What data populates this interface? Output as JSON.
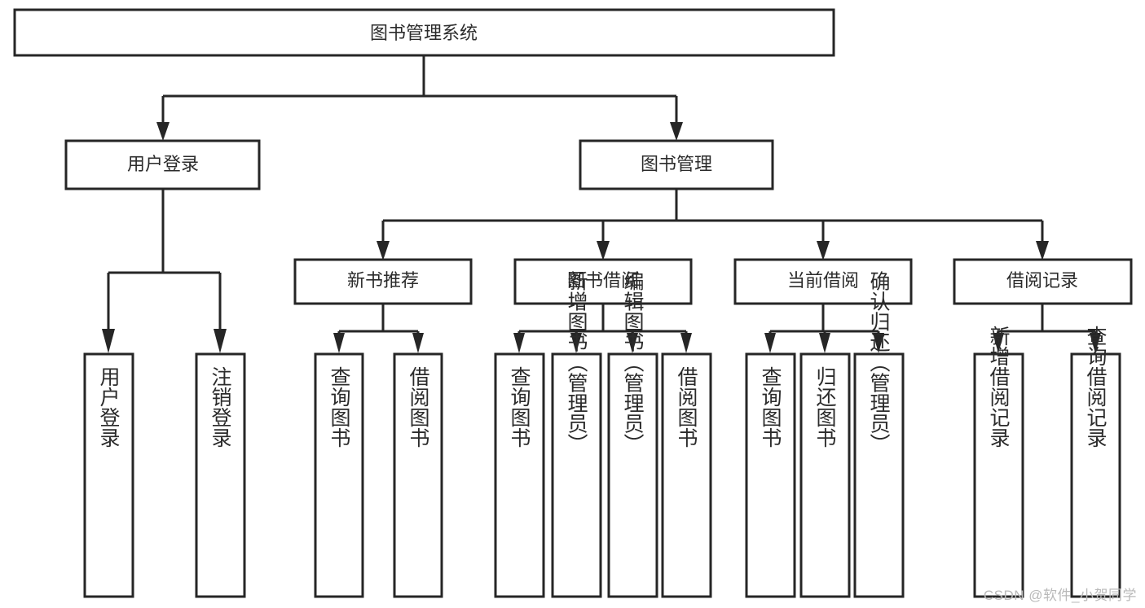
{
  "diagram": {
    "type": "tree-hierarchy-chart",
    "title": "图书管理系统",
    "background_color": "#ffffff",
    "stroke_color": "#262626",
    "text_color": "#2b2b2b",
    "root": {
      "label": "图书管理系统",
      "orientation": "horizontal"
    },
    "level2": [
      {
        "label": "用户登录",
        "orientation": "horizontal"
      },
      {
        "label": "图书管理",
        "orientation": "horizontal"
      }
    ],
    "level3": [
      {
        "label": "新书推荐",
        "orientation": "horizontal"
      },
      {
        "label": "图书借阅",
        "orientation": "horizontal"
      },
      {
        "label": "当前借阅",
        "orientation": "horizontal"
      },
      {
        "label": "借阅记录",
        "orientation": "horizontal"
      }
    ],
    "leaves": {
      "user_login": [
        {
          "label": "用户登录",
          "orientation": "vertical"
        },
        {
          "label": "注销登录",
          "orientation": "vertical"
        }
      ],
      "new_book_recommend": [
        {
          "label": "查询图书",
          "orientation": "vertical"
        },
        {
          "label": "借阅图书",
          "orientation": "vertical"
        }
      ],
      "book_borrow": [
        {
          "label": "查询图书",
          "orientation": "vertical"
        },
        {
          "label": "新增图书（管理员）",
          "orientation": "vertical"
        },
        {
          "label": "编辑图书（管理员）",
          "orientation": "vertical"
        },
        {
          "label": "借阅图书",
          "orientation": "vertical"
        }
      ],
      "current_borrow": [
        {
          "label": "查询图书",
          "orientation": "vertical"
        },
        {
          "label": "归还图书",
          "orientation": "vertical"
        },
        {
          "label": "确认归还（管理员）",
          "orientation": "vertical"
        }
      ],
      "borrow_record": [
        {
          "label": "新增借阅记录",
          "orientation": "vertical"
        },
        {
          "label": "查询借阅记录",
          "orientation": "vertical"
        }
      ]
    }
  },
  "watermark": {
    "text": "CSDN @软件_小贺同学"
  }
}
